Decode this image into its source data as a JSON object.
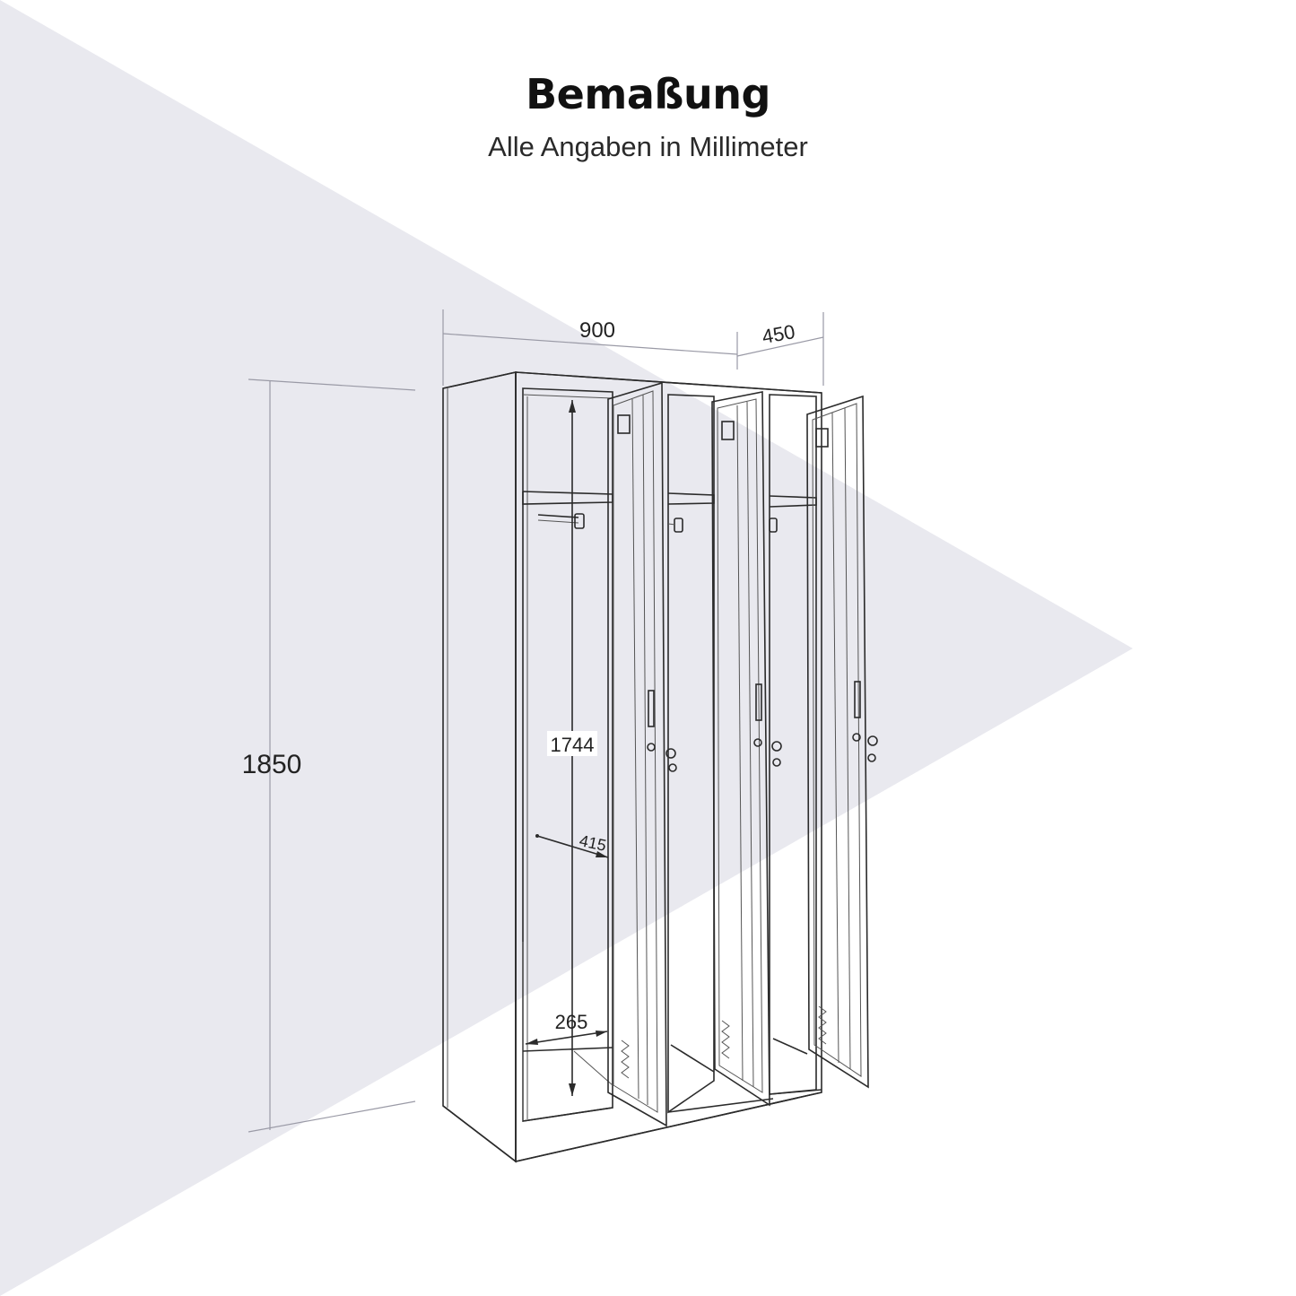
{
  "header": {
    "title": "Bemaßung",
    "subtitle": "Alle Angaben in Millimeter"
  },
  "dimensions": {
    "width": "900",
    "depth": "450",
    "height": "1850",
    "inner_height": "1744",
    "door_width": "415",
    "compartment_width": "265"
  },
  "colors": {
    "background_shape": "#e9e9ef",
    "line": "#2b2b2b",
    "text": "#111111"
  }
}
